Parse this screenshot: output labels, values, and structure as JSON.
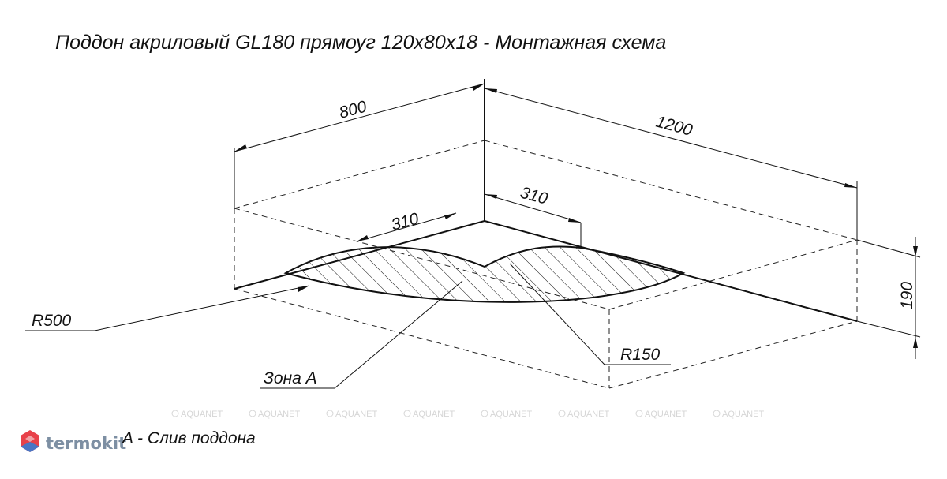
{
  "title": "Поддон акриловый  GL180 прямоуг 120x80x18 - Монтажная схема",
  "dimensions": {
    "width_800": "800",
    "length_1200": "1200",
    "drain_offset_left": "310",
    "drain_offset_right": "310",
    "height": "190"
  },
  "labels": {
    "radius_large": "R500",
    "radius_small": "R150",
    "zone": "Зона A",
    "legend": "A - Слив поддона"
  },
  "watermark": {
    "text": "AQUANET",
    "repeat": 8
  },
  "logo": {
    "text": "termokit"
  },
  "colors": {
    "line": "#111111",
    "logo_gray": "#7d8fa3",
    "logo_red": "#e8424a",
    "logo_blue": "#4a76c4",
    "watermark": "#d6d6d6"
  }
}
